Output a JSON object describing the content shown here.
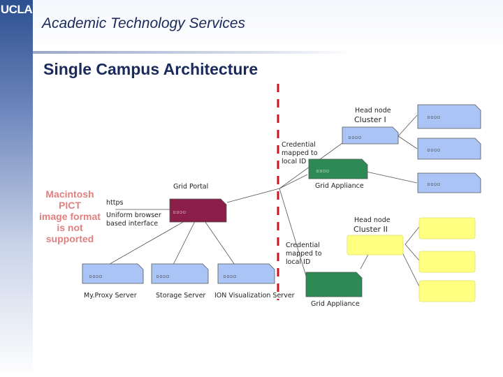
{
  "header": {
    "logo": "UCLA",
    "organization": "Academic Technology Services",
    "title": "Single Campus Architecture"
  },
  "placeholder_notice": {
    "line1": "Macintosh PICT",
    "line2": "image format",
    "line3": "is not supported"
  },
  "labels": {
    "head_node_1": "Head node",
    "cluster_1": "Cluster I",
    "credential_1_line1": "Credential",
    "credential_1_line2": "mapped to",
    "credential_1_line3": "local ID",
    "grid_portal": "Grid Portal",
    "grid_appliance_1": "Grid Appliance",
    "https": "https",
    "uniform_line1": "Uniform browser",
    "uniform_line2": "based interface",
    "head_node_2": "Head node",
    "cluster_2": "Cluster II",
    "credential_2_line1": "Credential",
    "credential_2_line2": "mapped to",
    "credential_2_line3": "local ID",
    "myproxy_server": "My.Proxy Server",
    "storage_server": "Storage Server",
    "ion_server": "ION Visualization Server",
    "grid_appliance_2": "Grid Appliance"
  },
  "colors": {
    "cluster1_node": "#a9c4f5",
    "grid_appliance": "#2e8a55",
    "grid_portal": "#8a1f4a",
    "cluster2_node": "#ffff80",
    "server": "#a9c4f5",
    "boundary": "#cc1122"
  }
}
